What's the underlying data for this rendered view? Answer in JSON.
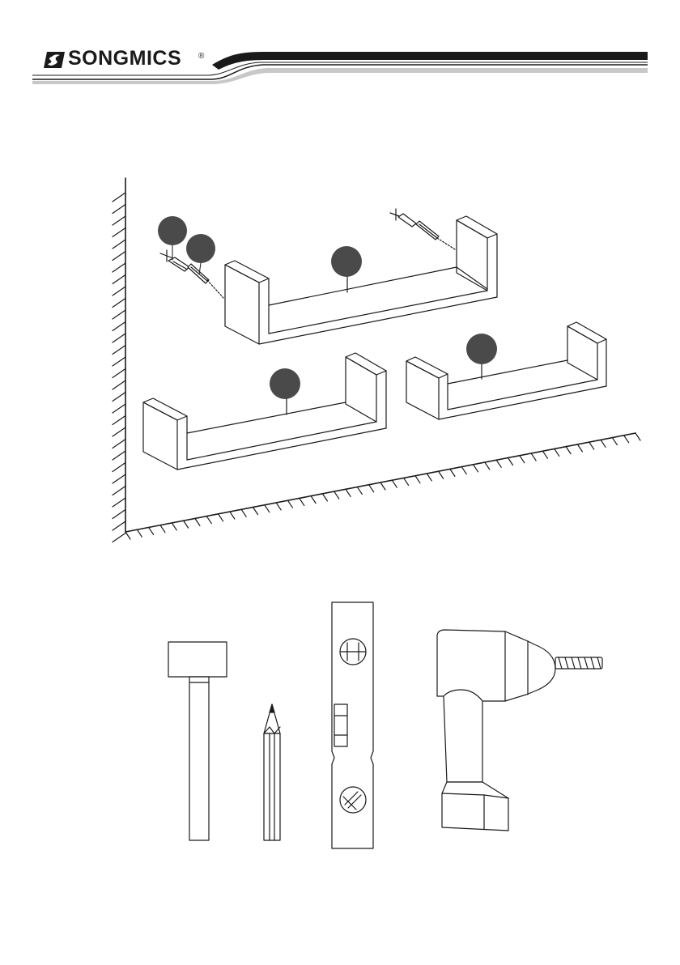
{
  "header": {
    "brand": "SONGMICS",
    "registered_mark": "®",
    "logo_icon": "songmics-s-logo-icon"
  },
  "scene": {
    "shelves_count": 3,
    "screws_count": 2,
    "anchors_count": 2,
    "callout_markers_count": 5
  },
  "tools": [
    "mallet-icon",
    "pencil-icon",
    "spirit-level-icon",
    "drill-icon"
  ],
  "colors": {
    "ink": "#1a1a1a",
    "callout_fill": "#4a4a4a",
    "band_grey": "#c8c8c8",
    "paper": "#ffffff"
  }
}
